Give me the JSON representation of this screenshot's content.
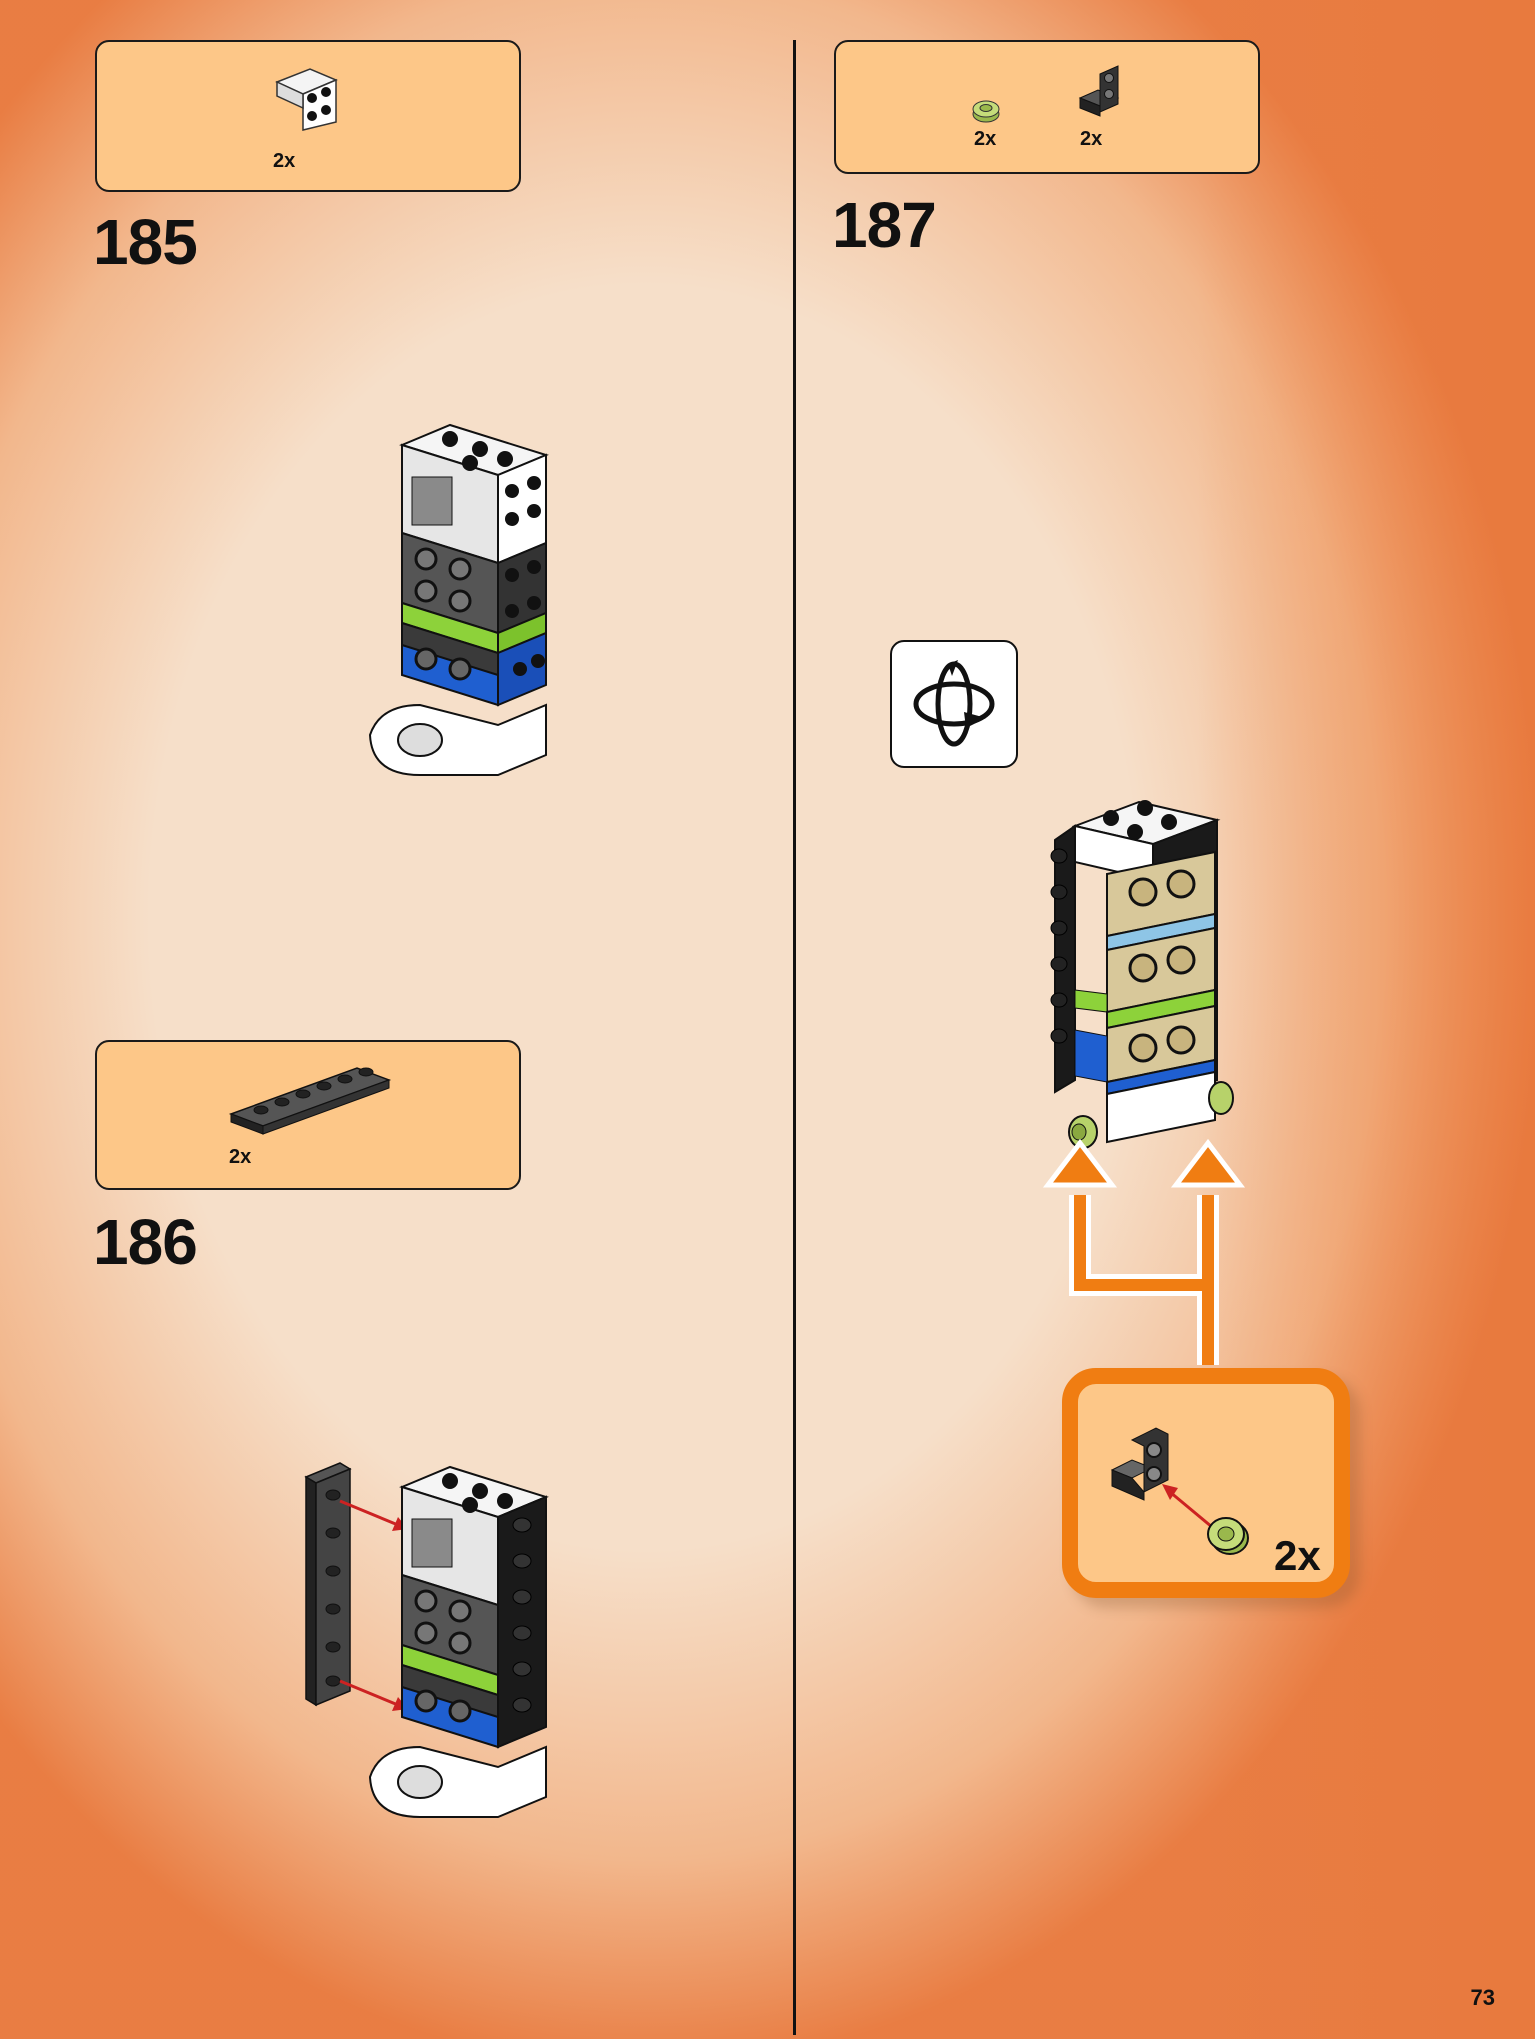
{
  "steps": [
    {
      "number": "185",
      "parts": [
        {
          "qty": "2x",
          "icon": "white-bracket-2x2"
        }
      ]
    },
    {
      "number": "186",
      "parts": [
        {
          "qty": "2x",
          "icon": "black-plate-1x6"
        }
      ]
    },
    {
      "number": "187",
      "parts": [
        {
          "qty": "2x",
          "icon": "lime-round-plate"
        },
        {
          "qty": "2x",
          "icon": "black-bracket-1x2"
        }
      ],
      "callout": {
        "qty": "2x"
      }
    }
  ],
  "icons": {
    "rotate": "rotate-model-icon"
  },
  "page": {
    "number": "73"
  },
  "colors": {
    "parts_box": "#fdc788",
    "callout_border": "#f07d12",
    "arrow": "#cc2222"
  }
}
